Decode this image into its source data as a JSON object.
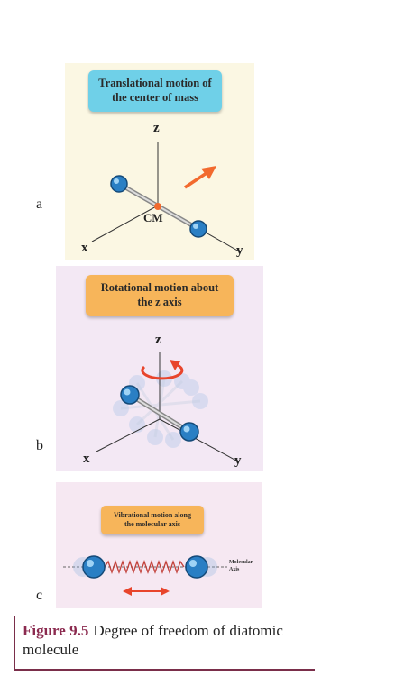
{
  "panels": {
    "a": {
      "letter": "a",
      "title_line1": "Translational motion of",
      "title_line2": "the center of mass",
      "axis_z": "z",
      "axis_x": "x",
      "axis_y": "y",
      "center_label": "CM",
      "background": "#fbf7e3",
      "box_color": "#6fd0e8"
    },
    "b": {
      "letter": "b",
      "title_line1": "Rotational motion about",
      "title_line2": "the z axis",
      "axis_z": "z",
      "axis_x": "x",
      "axis_y": "y",
      "background": "#f3e8f4",
      "box_color": "#f7b55a"
    },
    "c": {
      "letter": "c",
      "title_line1": "Vibrational motion along",
      "title_line2": "the molecular axis",
      "axis_label_line1": "Molecular",
      "axis_label_line2": "Axis",
      "background": "#f6e8f2",
      "box_color": "#f7b55a"
    }
  },
  "caption": {
    "figure_number": "Figure 9.5",
    "text": "Degree of freedom of diatomic molecule"
  },
  "colors": {
    "atom": "#2a7fc4",
    "arrow": "#f26a2e",
    "rotation_arrow": "#e8452c",
    "caption_accent": "#8b2a4f"
  }
}
